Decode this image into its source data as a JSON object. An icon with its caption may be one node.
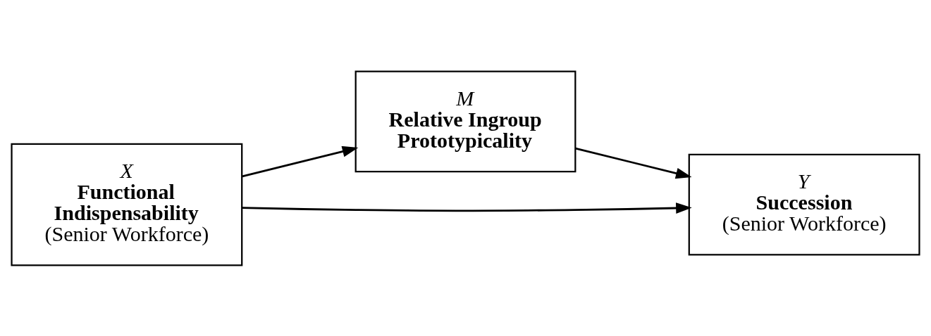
{
  "diagram": {
    "nodes": [
      {
        "text": [
          "M",
          "Relative Ingroup Prototypicality"
        ]
      },
      {
        "text": [
          "X",
          "Functional Indispensability",
          "(Senior Workforce)"
        ]
      },
      {
        "text": [
          "Y",
          "Succession",
          "(Senior Workforce)"
        ]
      }
    ],
    "edges": [
      {
        "from": 1,
        "to": 0,
        "arrow": "to"
      },
      {
        "from": 0,
        "to": 2,
        "arrow": "to"
      },
      {
        "from": 1,
        "to": 2,
        "arrow": "to"
      }
    ]
  }
}
